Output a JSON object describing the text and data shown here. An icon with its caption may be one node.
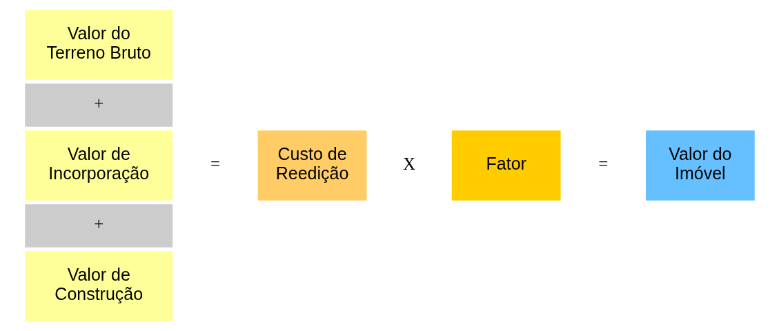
{
  "diagram": {
    "nodes": [
      {
        "text": [
          "Valor do Terreno Bruto"
        ]
      },
      {
        "text": [
          "+"
        ]
      },
      {
        "text": [
          "Valor de Incorporação"
        ]
      },
      {
        "text": [
          "+"
        ]
      },
      {
        "text": [
          "Valor de Construção"
        ]
      },
      {
        "text": [
          "Custo de Reedição"
        ]
      },
      {
        "text": [
          "Fator"
        ]
      },
      {
        "text": [
          "Valor do Imóvel"
        ]
      }
    ],
    "labels": [
      "=",
      "X",
      "="
    ]
  }
}
